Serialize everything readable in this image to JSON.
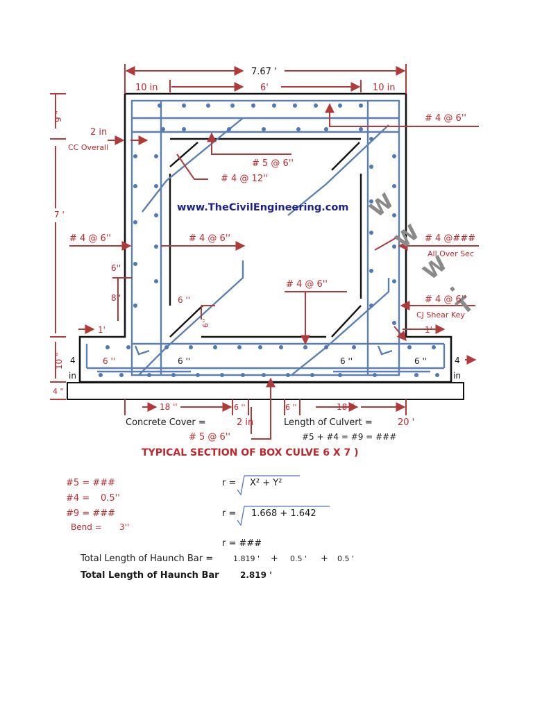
{
  "watermark": {
    "url": "www.TheCivilEngineering.com",
    "diag_chars": [
      "W",
      "W",
      "W",
      ".",
      "T"
    ]
  },
  "dims": {
    "overall_width": "7.67 '",
    "left_wall": "10 in",
    "clear_span": "6'",
    "right_wall": "10 in",
    "top_slab": "9 \"",
    "height": "7 '",
    "bottom_slab": "10 \"",
    "base": "4 \"",
    "cover_2in": "2 in",
    "cc_overall": "CC Overall",
    "six_a": "6''",
    "eight": "8''",
    "one_left": "1'",
    "one_right": "1'",
    "four_left_a": "4",
    "four_left_b": "in",
    "four_right_a": "4",
    "four_right_b": "in",
    "haunch_h": "6 ''",
    "haunch_v": "6''",
    "bot_6_1": "6 ''",
    "bot_6_2": "6 ''",
    "bot_6_3": "6 ''",
    "bot_6_4": "6 ''",
    "b_18_left": "18 ''",
    "b_6_left": "6 ''",
    "b_6_right": "6 ''",
    "b_18_right": "18 ''"
  },
  "bars": {
    "top_right": "# 4 @ 6''",
    "mid_top": "# 5 @ 6''",
    "mid_12": "# 4 @ 12''",
    "left_wall": "# 4 @ 6''",
    "inner": "# 4 @ 6''",
    "right_wall": "# 4 @###",
    "all_over": "All Over Sec",
    "haunch": "# 4 @ 6''",
    "right_low": "# 4 @ 6''",
    "shear_key": "CJ Shear Key",
    "bottom": "# 5 @ 6''"
  },
  "info": {
    "cover_label": "Concrete Cover =",
    "cover_value": "2 in",
    "length_label": "Length of Culvert =",
    "length_value": "20 '",
    "sum_line": "#5 + #4 = #9 = ###"
  },
  "title": "TYPICAL SECTION OF BOX CULVE 6 X 7 )",
  "calc": {
    "n5": "#5 = ###",
    "n4_label": "#4 =",
    "n4_value": "0.5''",
    "n9": "#9 = ###",
    "bend_label": "Bend =",
    "bend_value": "3''",
    "r_label": "r =",
    "formula": "X² + Y²",
    "formula_values": "1.668 + 1.642",
    "r_result": "r = ###",
    "total_label": "Total Length of Haunch Bar =",
    "t1": "1.819 '",
    "plus": "+",
    "t2": "0.5 '",
    "t3": "0.5 '",
    "total_bold": "Total Length of Haunch Bar",
    "total_value": "2.819 '"
  },
  "colors": {
    "red": "#c0272d",
    "rebar": "#5a7fb3",
    "concrete": "#111111",
    "url_blue": "#1b1f8f"
  }
}
